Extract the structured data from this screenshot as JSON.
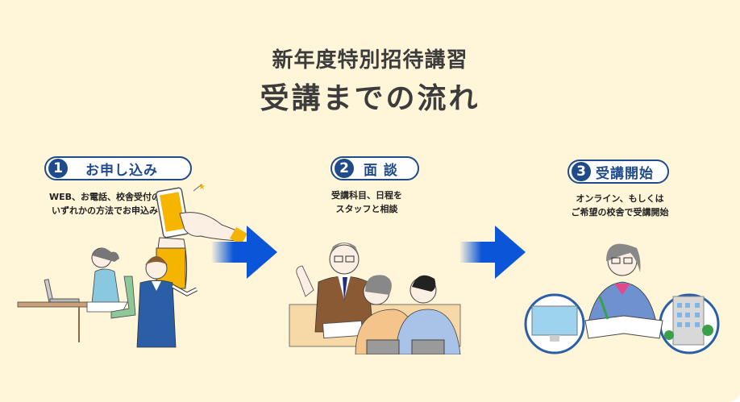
{
  "header": {
    "subtitle": "新年度特別招待講習",
    "title": "受講までの流れ"
  },
  "colors": {
    "background": "#fff5d9",
    "accent_navy": "#1f4b8a",
    "arrow_blue": "#0a55d8",
    "text": "#3c3c3c"
  },
  "steps": [
    {
      "number": "1",
      "label": "お申し込み",
      "description_lines": [
        "WEB、お電話、校舎受付の",
        "いずれかの方法でお申込み"
      ],
      "illustration": "woman-laptop-receptionist-phone"
    },
    {
      "number": "2",
      "label": "面 談",
      "description_lines": [
        "受講科目、日程を",
        "スタッフと相談"
      ],
      "illustration": "counseling-meeting"
    },
    {
      "number": "3",
      "label": "受講開始",
      "description_lines": [
        "オンライン、もしくは",
        "ご希望の校舎で受講開始"
      ],
      "illustration": "student-studying-online-or-school"
    }
  ],
  "arrows": [
    "arrow-right-icon",
    "arrow-right-icon"
  ]
}
